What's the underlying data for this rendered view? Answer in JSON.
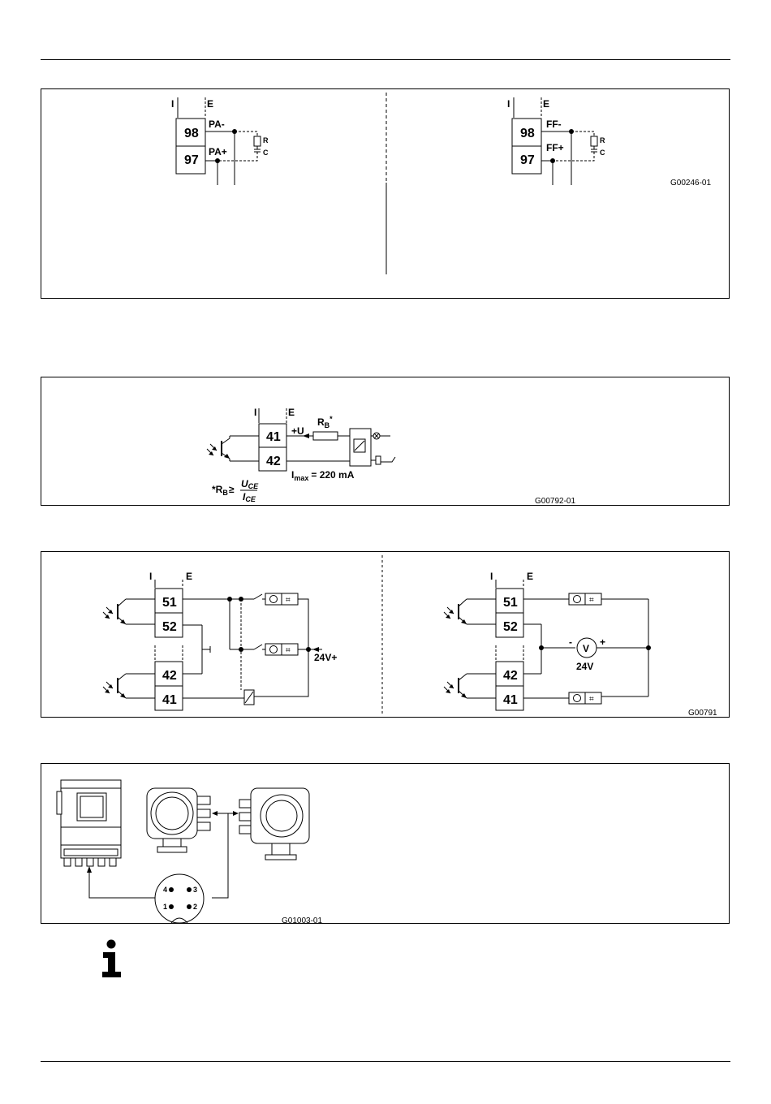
{
  "diagram_pa_ff": {
    "left": {
      "col_i": "I",
      "col_e": "E",
      "terminal_top": "98",
      "terminal_bottom": "97",
      "signal_top": "PA-",
      "signal_bottom": "PA+",
      "r": "R",
      "c": "C"
    },
    "right": {
      "col_i": "I",
      "col_e": "E",
      "terminal_top": "98",
      "terminal_bottom": "97",
      "signal_top": "FF-",
      "signal_bottom": "FF+",
      "r": "R",
      "c": "C"
    },
    "code": "G00246-01"
  },
  "diagram_pulse": {
    "col_i": "I",
    "col_e": "E",
    "terminal_top": "41",
    "terminal_bottom": "42",
    "supply": "+U",
    "rb": "R",
    "rb_sub": "B",
    "rb_star": "*",
    "imax": "I",
    "imax_sub": "max",
    "imax_value": "= 220 mA",
    "formula_prefix": "*R",
    "formula_sub": "B",
    "formula_ge": "≥",
    "formula_num": "U",
    "formula_num_sub": "CE",
    "formula_den": "I",
    "formula_den_sub": "CE",
    "code": "G00792-01"
  },
  "diagram_contact": {
    "left": {
      "col_i": "I",
      "col_e": "E",
      "t1": "51",
      "t2": "52",
      "t3": "42",
      "t4": "41",
      "voltage": "24V+"
    },
    "right": {
      "col_i": "I",
      "col_e": "E",
      "t1": "51",
      "t2": "52",
      "t3": "42",
      "t4": "41",
      "meter": "V",
      "minus": "-",
      "plus": "+",
      "voltage": "24V"
    },
    "code": "G00791"
  },
  "diagram_connector": {
    "pin4": "4",
    "pin3": "3",
    "pin1": "1",
    "pin2": "2",
    "code": "G01003-01"
  },
  "info_icon": "info-i-icon"
}
